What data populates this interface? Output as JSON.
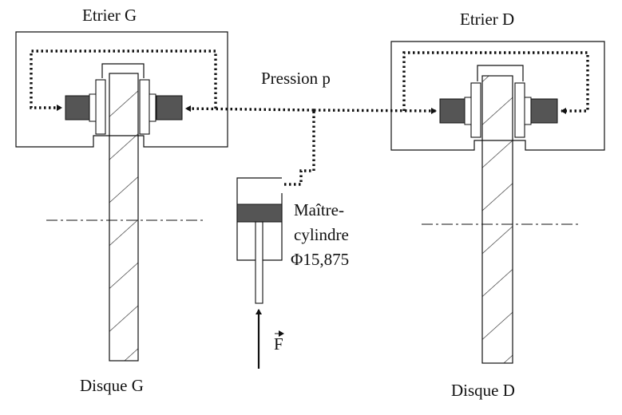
{
  "labels": {
    "caliper_left": "Etrier G",
    "caliper_right": "Etrier D",
    "pressure": "Pression p",
    "master_cylinder_line1": "Maître-",
    "master_cylinder_line2": "cylindre",
    "master_cylinder_diameter": "Φ15,875",
    "force": "F",
    "disc_left": "Disque G",
    "disc_right": "Disque D"
  },
  "colors": {
    "line": "#111111",
    "pad_fill": "#555555",
    "hatch": "#222222",
    "background": "#ffffff"
  }
}
